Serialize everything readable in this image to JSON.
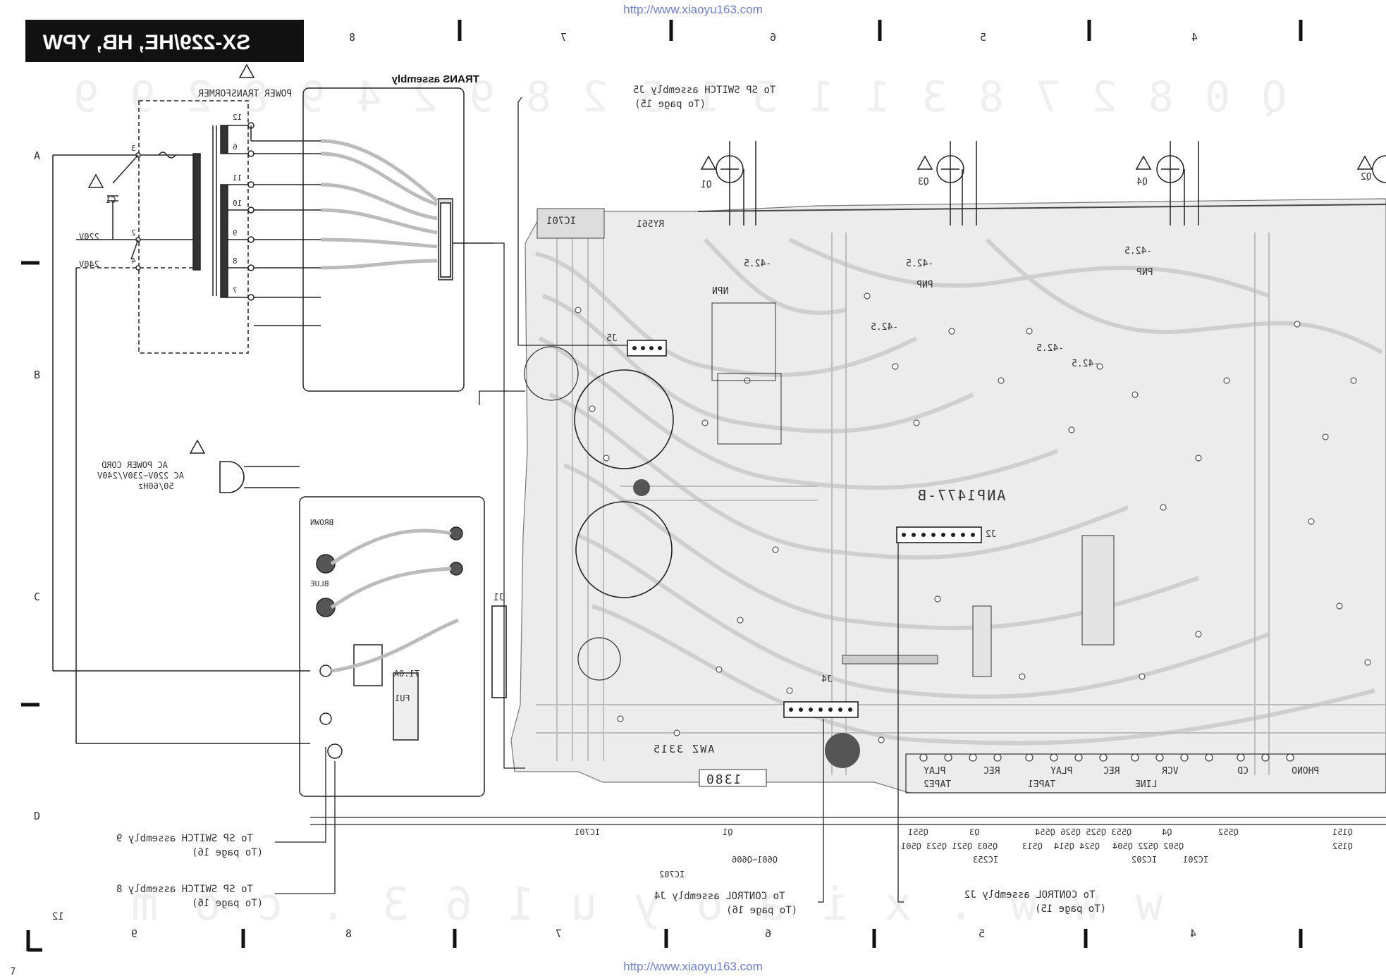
{
  "watermark_url": "http://www.xiaoyu163.com",
  "model_title": "SX-229/HE, HB, YPW",
  "trans_assembly": "TRANS assembly",
  "power_transformer": "POWER TRANSFORMER",
  "transformer_pins": [
    "12",
    "6",
    "11",
    "10",
    "9",
    "8",
    "7",
    "3",
    "2",
    "4"
  ],
  "voltage_220": "220V",
  "voltage_240": "240V",
  "cap_c1": "C1",
  "ac_cord": [
    "AC POWER CORD",
    "AC 220V~230V/240V",
    "50/60Hz"
  ],
  "wires": [
    "BROWN",
    "BLUE"
  ],
  "fuse": [
    "FU1",
    "T1.0A"
  ],
  "ic701": "IC701",
  "ry561": "RY561",
  "npn": "NPN",
  "pnp": "PNP",
  "v425": "-42.5",
  "amp_board": "ANP1477-B",
  "awz_code": "AWZ 3315",
  "board_no": "1380",
  "j_labels": [
    "J1",
    "J2",
    "J4",
    "J5"
  ],
  "transistors": [
    "Q1",
    "Q3",
    "Q4",
    "Q2"
  ],
  "top_refs": [
    "To SP SWITCH assembly J5",
    "(To page 15)"
  ],
  "bottom_refs": [
    {
      "line1": "To SP SWITCH assembly 9",
      "line2": "(To page 16)"
    },
    {
      "line1": "To SP SWITCH assembly 8",
      "line2": "(To page 16)"
    },
    {
      "line1": "To CONTROL assembly J4",
      "line2": "(To page 16)"
    },
    {
      "line1": "To CONTROL assembly J2",
      "line2": "(To page 15)"
    }
  ],
  "input_labels": [
    "PHONO",
    "CD",
    "VCR",
    "REC",
    "PLAY",
    "REC",
    "PLAY"
  ],
  "input_groups": [
    "LINE",
    "TAPE1",
    "TAPE2"
  ],
  "part_row1": [
    "IC701",
    "Q1",
    "Q551",
    "Q3",
    "Q553 Q525 Q526 Q554",
    "Q4",
    "Q552",
    "Q151"
  ],
  "part_row2": [
    "Q601~Q606",
    "Q503 Q521 Q523 Q501",
    "Q513",
    "Q524 Q514",
    "Q502 Q522 Q504",
    "Q152"
  ],
  "part_row3": [
    "IC702",
    "IC253",
    "IC202",
    "IC201"
  ],
  "col_numbers_top": [
    "8",
    "7",
    "6",
    "5",
    "4"
  ],
  "col_numbers_bottom": [
    "9",
    "8",
    "7",
    "6",
    "5",
    "4"
  ],
  "row_letters": [
    "A",
    "B",
    "C",
    "D"
  ],
  "page_numbers": [
    "12",
    "7"
  ],
  "watermark_digits": "Q 0 8 2 7 8 3 1 1 5 1 5 2 8 9 2 4 9 8 2 9 9",
  "watermark_letters": "w w w . x i a o y u 1 6 3 . c o m"
}
